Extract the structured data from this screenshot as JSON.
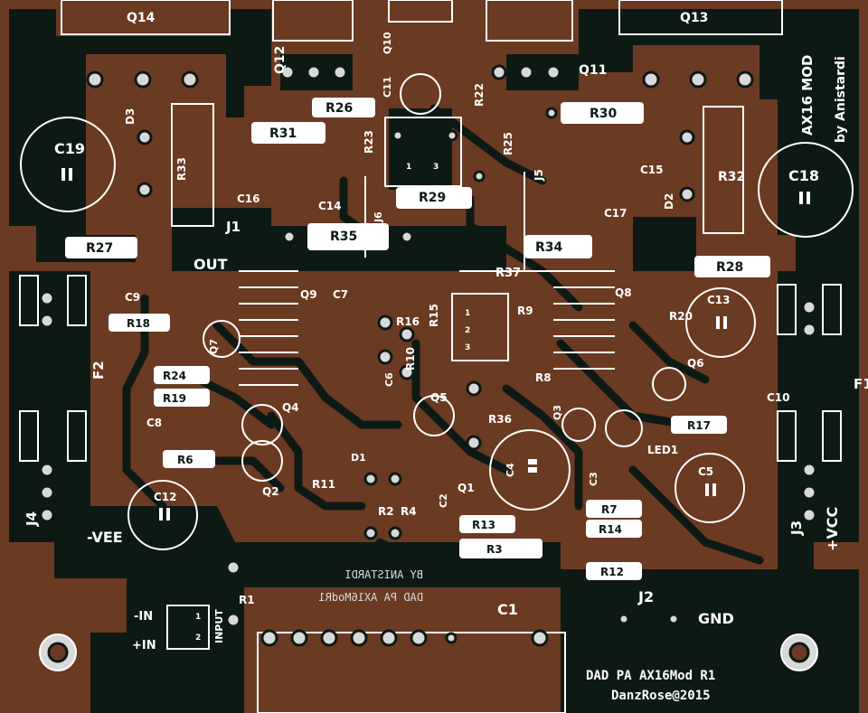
{
  "board": {
    "title_vertical": "AX16 MOD",
    "author_vertical": "by Anistardi",
    "footer_line1": "DAD PA AX16Mod R1",
    "footer_line2": "DanzRose@2015",
    "mirror_line1": "BY ANISTARDI",
    "mirror_line2": "DAD PA AX16ModR1",
    "colors": {
      "substrate": "#6b3a22",
      "copper": "#0d1a14",
      "silk": "#ffffff",
      "pad": "#d9d9d9"
    }
  },
  "labels": {
    "out": "OUT",
    "vee": "-VEE",
    "vcc": "+VCC",
    "gnd": "GND",
    "minus_in": "-IN",
    "plus_in": "+IN",
    "input": "INPUT",
    "f1": "F1",
    "f2": "F2"
  },
  "components": {
    "transistors": [
      "Q14",
      "Q13",
      "Q12",
      "Q11",
      "Q10",
      "Q9",
      "Q8",
      "Q7",
      "Q6",
      "Q5",
      "Q4",
      "Q3",
      "Q2",
      "Q1"
    ],
    "resistors": [
      "R33",
      "R31",
      "R26",
      "R23",
      "R22",
      "R25",
      "R30",
      "R32",
      "R29",
      "R35",
      "R27",
      "R34",
      "R37",
      "R28",
      "R18",
      "R16",
      "R15",
      "R9",
      "R20",
      "R10",
      "R8",
      "R24",
      "R19",
      "R36",
      "R17",
      "R6",
      "R11",
      "R2",
      "R4",
      "R13",
      "R3",
      "R7",
      "R14",
      "R12",
      "R1"
    ],
    "capacitors": [
      "C19",
      "C18",
      "C16",
      "C14",
      "C11",
      "C15",
      "C17",
      "C13",
      "C9",
      "C7",
      "C6",
      "C8",
      "C12",
      "C4",
      "C5",
      "C2",
      "C3",
      "C1",
      "C10"
    ],
    "diodes": [
      "D3",
      "D2",
      "D1",
      "LED1"
    ],
    "connectors": [
      "J1",
      "J2",
      "J3",
      "J4",
      "J5",
      "J6"
    ],
    "pin_numbers": [
      "1",
      "3",
      "1",
      "2",
      "1",
      "2",
      "3"
    ]
  }
}
